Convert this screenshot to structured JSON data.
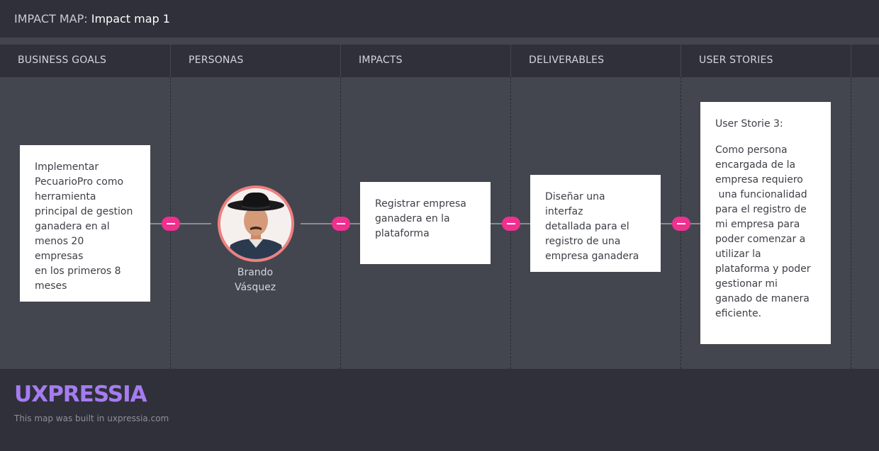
{
  "header": {
    "prefix": "IMPACT MAP:",
    "title": "Impact map 1"
  },
  "columns": [
    {
      "label": "BUSINESS GOALS"
    },
    {
      "label": "PERSONAS"
    },
    {
      "label": "IMPACTS"
    },
    {
      "label": "DELIVERABLES"
    },
    {
      "label": "USER STORIES"
    }
  ],
  "goal": {
    "text": "Implementar\nPecuarioPro como\nherramienta\nprincipal de gestion\nganadera en al\nmenos 20 empresas\nen los primeros 8\nmeses"
  },
  "persona": {
    "name": "Brando\nVásquez"
  },
  "impact": {
    "text": "Registrar empresa\nganadera en la\nplataforma"
  },
  "deliverable": {
    "text": "Diseñar una interfaz\ndetallada para el\nregistro de una\nempresa ganadera"
  },
  "user_story": {
    "title": "User Storie 3:",
    "text": "Como persona\nencargada de la\nempresa requiero\n una funcionalidad\npara el registro de\nmi empresa para\npoder comenzar a\nutilizar la\nplataforma y poder\ngestionar mi\nganado de manera\neficiente."
  },
  "footer": {
    "logo": "UXPRESSIA",
    "note": "This map was built in uxpressia.com"
  },
  "colors": {
    "accent_pink": "#f0308f",
    "logo_purple": "#a57cf0",
    "avatar_ring": "#ef8080"
  }
}
